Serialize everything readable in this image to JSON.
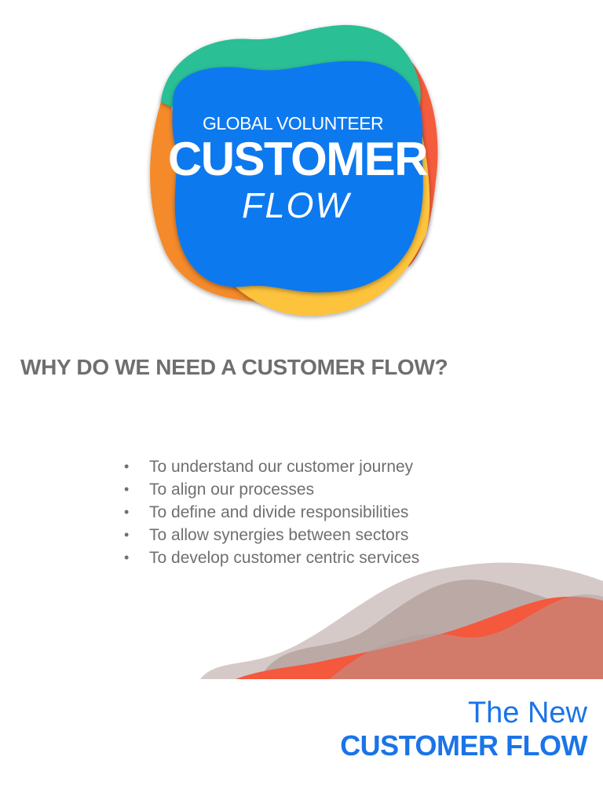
{
  "logo": {
    "subtitle": "GLOBAL VOLUNTEER",
    "title": "CUSTOMER",
    "tagline": "FLOW",
    "colors": {
      "blue": "#0f79ef",
      "green": "#2bbf95",
      "yellow": "#fdc33e",
      "orange": "#f48a2a",
      "red": "#f45c3c"
    }
  },
  "heading": "WHY DO WE NEED A CUSTOMER FLOW?",
  "bullets": [
    "To understand our customer journey",
    "To align our processes",
    "To define and divide responsibilities",
    "To allow synergies between sectors",
    "To develop customer centric services"
  ],
  "bullet_symbol": "•",
  "footer": {
    "line1": "The New",
    "line2": "CUSTOMER FLOW",
    "color": "#1a74e8"
  },
  "wave_colors": {
    "taupe": "#b29e9a",
    "red": "#f4583d"
  }
}
